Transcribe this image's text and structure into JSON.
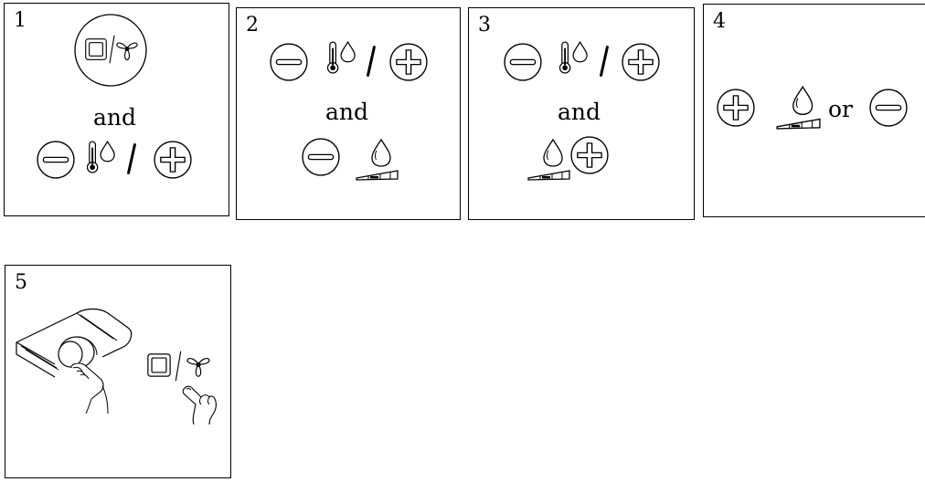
{
  "steps": [
    {
      "number": "1",
      "connector": "and"
    },
    {
      "number": "2",
      "connector": "and"
    },
    {
      "number": "3",
      "connector": "and"
    },
    {
      "number": "4",
      "connector": "or"
    },
    {
      "number": "5"
    }
  ],
  "icons": {
    "mode_button": "square-button-icon",
    "fan_symbol": "fan-icon",
    "minus_button": "minus-button-icon",
    "plus_button": "plus-button-icon",
    "temperature": "thermometer-icon",
    "humidity": "water-drop-icon",
    "level": "level-bars-icon",
    "separator": "slash"
  }
}
